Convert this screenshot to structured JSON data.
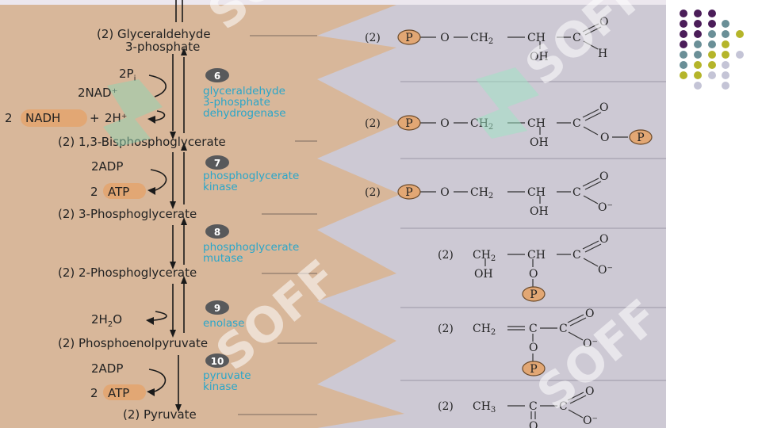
{
  "steps": [
    {
      "number": "6",
      "enzyme": [
        "glyceraldehyde",
        "3-phosphate",
        "dehydrogenase"
      ]
    },
    {
      "number": "7",
      "enzyme": [
        "phosphoglycerate",
        "kinase"
      ]
    },
    {
      "number": "8",
      "enzyme": [
        "phosphoglycerate",
        "mutase"
      ]
    },
    {
      "number": "9",
      "enzyme": [
        "enolase"
      ]
    },
    {
      "number": "10",
      "enzyme": [
        "pyruvate",
        "kinase"
      ]
    }
  ],
  "metabolites": [
    {
      "line1": "(2) Glyceraldehyde",
      "line2": "3-phosphate"
    },
    {
      "line1": "(2) 1,3-Bisphosphoglycerate"
    },
    {
      "line1": "(2) 3-Phosphoglycerate"
    },
    {
      "line1": "(2) 2-Phosphoglycerate"
    },
    {
      "line1": "(2) Phosphoenolpyruvate"
    },
    {
      "line1": "(2) Pyruvate"
    }
  ],
  "cofactors": {
    "s6_pi": "2P",
    "s6_pi_sub": "i",
    "s6_nad": "2NAD⁺",
    "s6_nadh_coef": "2",
    "s6_nadh": "NADH",
    "s6_plus": "+",
    "s6_h": "2H⁺",
    "s7_adp": "2ADP",
    "s7_atp_coef": "2",
    "s7_atp": "ATP",
    "s9_h2o_a": "2H",
    "s9_h2o_sub": "2",
    "s9_h2o_b": "O",
    "s10_adp": "2ADP",
    "s10_atp_coef": "2",
    "s10_atp": "ATP"
  },
  "structure_text": {
    "coef": "(2)",
    "p": "P",
    "o": "O",
    "oh": "OH",
    "h": "H",
    "o_minus": "O⁻",
    "ch2": "CH",
    "ch": "CH",
    "c": "C",
    "ch3": "CH",
    "sub2": "2",
    "sub3": "3"
  },
  "watermark": "SOFF",
  "colors": {
    "panel_bg": "#d8b79a",
    "structure_bg": "#cdc9d4",
    "phosphate": "#e2a774",
    "enzyme_text": "#2aa6c9",
    "step_badge": "#58595b"
  }
}
